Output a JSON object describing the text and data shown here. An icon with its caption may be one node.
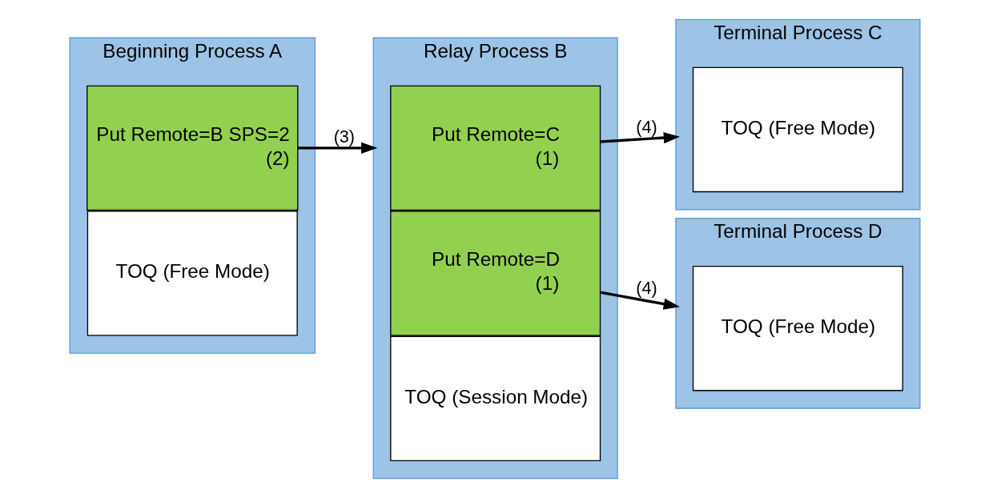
{
  "diagram": {
    "nodes": [
      {
        "text": [
          "Beginning Process A"
        ]
      },
      {
        "text": [
          "Put Remote=B SPS=2",
          "(2)"
        ],
        "in": 0
      },
      {
        "text": [
          "TOQ (Free Mode)"
        ],
        "in": 0
      },
      {
        "text": [
          "Relay Process B"
        ]
      },
      {
        "text": [
          "Put Remote=C",
          "(1)"
        ],
        "in": 3
      },
      {
        "text": [
          "Put Remote=D",
          "(1)"
        ],
        "in": 3
      },
      {
        "text": [
          "TOQ (Session Mode)"
        ],
        "in": 3
      },
      {
        "text": [
          "Terminal Process C"
        ]
      },
      {
        "text": [
          "TOQ (Free Mode)"
        ],
        "in": 7
      },
      {
        "text": [
          "Terminal Process D"
        ]
      },
      {
        "text": [
          "TOQ (Free Mode)"
        ],
        "in": 9
      }
    ],
    "edges": [
      {
        "from": 1,
        "to": 3,
        "arrow": "to",
        "label": "(3)"
      },
      {
        "from": 4,
        "to": 7,
        "arrow": "to",
        "label": "(4)"
      },
      {
        "from": 5,
        "to": 9,
        "arrow": "to",
        "label": "(4)"
      }
    ]
  }
}
